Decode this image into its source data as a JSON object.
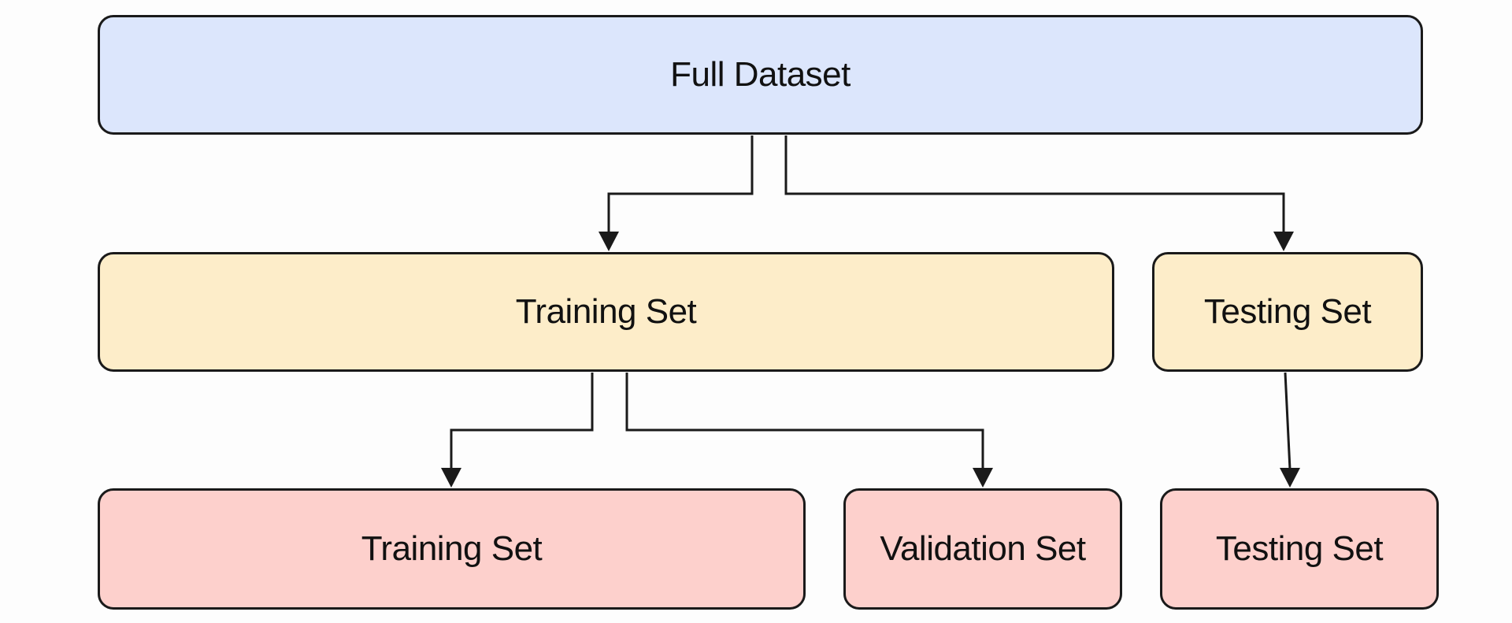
{
  "colors": {
    "level1_fill": "#dce6fc",
    "level2_fill": "#fdedc9",
    "level3_fill": "#fdd0cc",
    "stroke": "#1a1a1a",
    "text": "#111111"
  },
  "nodes": {
    "full_dataset": {
      "label": "Full Dataset"
    },
    "training_set": {
      "label": "Training Set"
    },
    "testing_set": {
      "label": "Testing Set"
    },
    "final_training_set": {
      "label": "Training Set"
    },
    "validation_set": {
      "label": "Validation Set"
    },
    "final_testing_set": {
      "label": "Testing Set"
    }
  },
  "edges": [
    {
      "from": "full_dataset",
      "to": "training_set"
    },
    {
      "from": "full_dataset",
      "to": "testing_set"
    },
    {
      "from": "training_set",
      "to": "final_training_set"
    },
    {
      "from": "training_set",
      "to": "validation_set"
    },
    {
      "from": "testing_set",
      "to": "final_testing_set"
    }
  ]
}
